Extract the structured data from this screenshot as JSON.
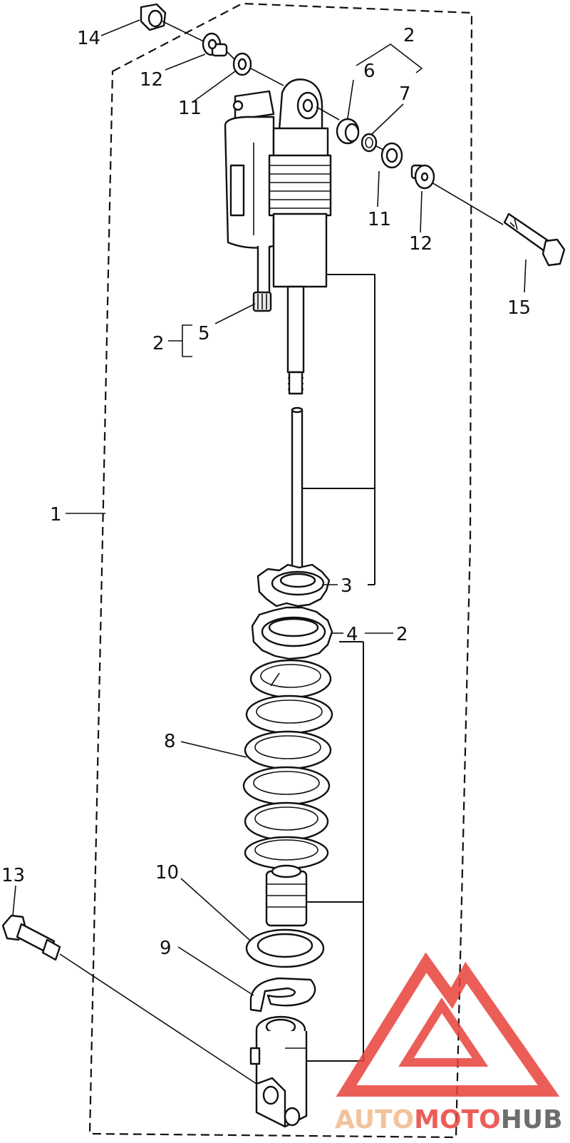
{
  "callouts": {
    "c1": "1",
    "c2_top": "2",
    "c2_left": "2",
    "c2_right": "2",
    "c3": "3",
    "c4": "4",
    "c5": "5",
    "c6": "6",
    "c7": "7",
    "c8": "8",
    "c9": "9",
    "c10": "10",
    "c11_left": "11",
    "c11_right": "11",
    "c12_left": "12",
    "c12_right": "12",
    "c13": "13",
    "c14": "14",
    "c15": "15"
  },
  "watermark": {
    "part1": "AUTO",
    "part2": "MOTO",
    "part3": "HUB",
    "color_light": "#f2b98a",
    "color_red": "#e8423a",
    "color_dark": "#555555"
  }
}
